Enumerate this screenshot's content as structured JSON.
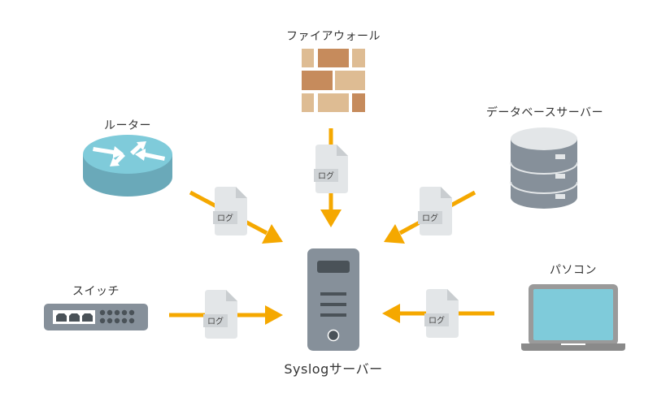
{
  "title": "Syslog collection diagram",
  "colors": {
    "arrow": "#F5A800",
    "log_doc": "#E3E6E8",
    "log_fold": "#C9CDD0",
    "log_tag_bg": "#CFD3D6",
    "brick_dark": "#C68B5C",
    "brick_light": "#DEBC93",
    "router_top": "#7FCBDA",
    "router_side": "#6AA9B9",
    "device_gray": "#86909A",
    "device_dark": "#4A5258",
    "laptop_screen": "#7FCBDA",
    "laptop_frame": "#9A9A9A"
  },
  "nodes": {
    "firewall": {
      "label": "ファイアウォール",
      "icon": "brick-wall-icon"
    },
    "router": {
      "label": "ルーター",
      "icon": "router-icon"
    },
    "database": {
      "label": "データベースサーバー",
      "icon": "database-icon"
    },
    "switch": {
      "label": "スイッチ",
      "icon": "network-switch-icon"
    },
    "pc": {
      "label": "パソコン",
      "icon": "laptop-icon"
    },
    "syslog": {
      "label": "Syslogサーバー",
      "icon": "server-tower-icon"
    }
  },
  "flows": [
    {
      "from": "firewall",
      "to": "syslog",
      "doc_label": "ログ"
    },
    {
      "from": "router",
      "to": "syslog",
      "doc_label": "ログ"
    },
    {
      "from": "database",
      "to": "syslog",
      "doc_label": "ログ"
    },
    {
      "from": "switch",
      "to": "syslog",
      "doc_label": "ログ"
    },
    {
      "from": "pc",
      "to": "syslog",
      "doc_label": "ログ"
    }
  ]
}
